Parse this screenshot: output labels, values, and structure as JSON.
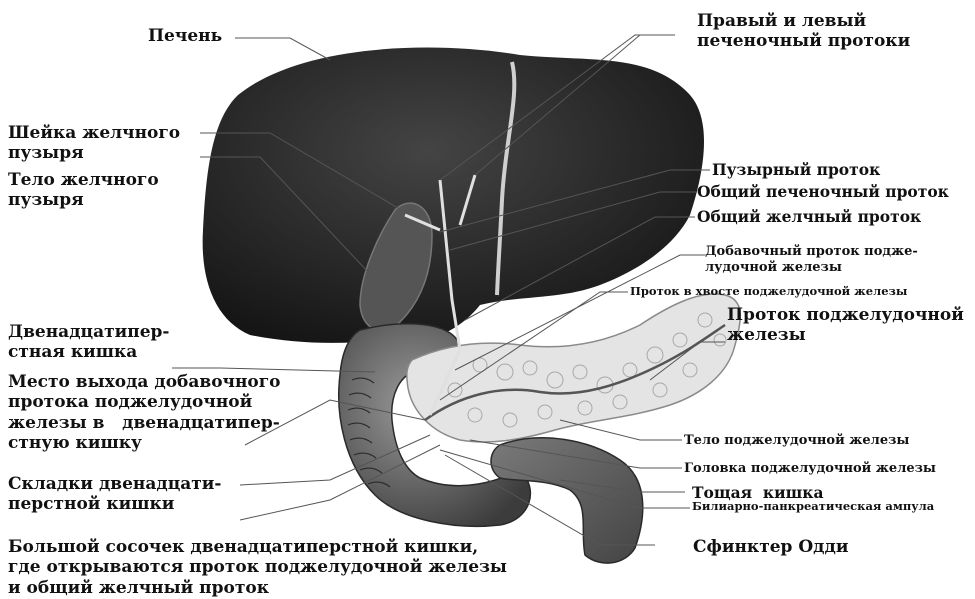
{
  "labels": {
    "liver": "Печень",
    "hepatic_ducts": "Правый и левый\nпеченочный протоки",
    "gb_neck": "Шейка желчного\nпузыря",
    "gb_body": "Тело желчного\nпузыря",
    "cystic_duct": "Пузырный проток",
    "common_hepatic": "Общий печеночный проток",
    "common_bile": "Общий желчный проток",
    "accessory_pancreatic": "Добавочный проток подже-\nлудочной железы",
    "tail_duct": "Проток в хвосте поджелудочной железы",
    "pancreatic_duct": "Проток поджелудочной\nжелезы",
    "duodenum": "Двенадцатипер-\nстная кишка",
    "accessory_exit": "Место выхода добавочного\nпротока поджелудочной\nжелезы в   двенадцатипер-\nстную кишку",
    "duodenal_folds": "Складки двенадцати-\nперстной кишки",
    "major_papilla": "Большой сосочек двенадцатиперстной кишки,\nгде открываются проток поджелудочной железы\nи общий желчный проток",
    "pancreas_body": "Тело поджелудочной железы",
    "pancreas_head": "Головка поджелудочной железы",
    "jejunum": "Тощая  кишка",
    "ampulla": "Билиарно-панкреатическая ампула",
    "sphincter": "Сфинктер Одди"
  },
  "colors": {
    "liver": "#2b2b2b",
    "organ_dark": "#3a3a3a",
    "organ_mid": "#6e6e6e",
    "organ_light": "#bdbdbd",
    "pancreas": "#e4e4e4",
    "leader": "#555555",
    "text": "#111111"
  }
}
